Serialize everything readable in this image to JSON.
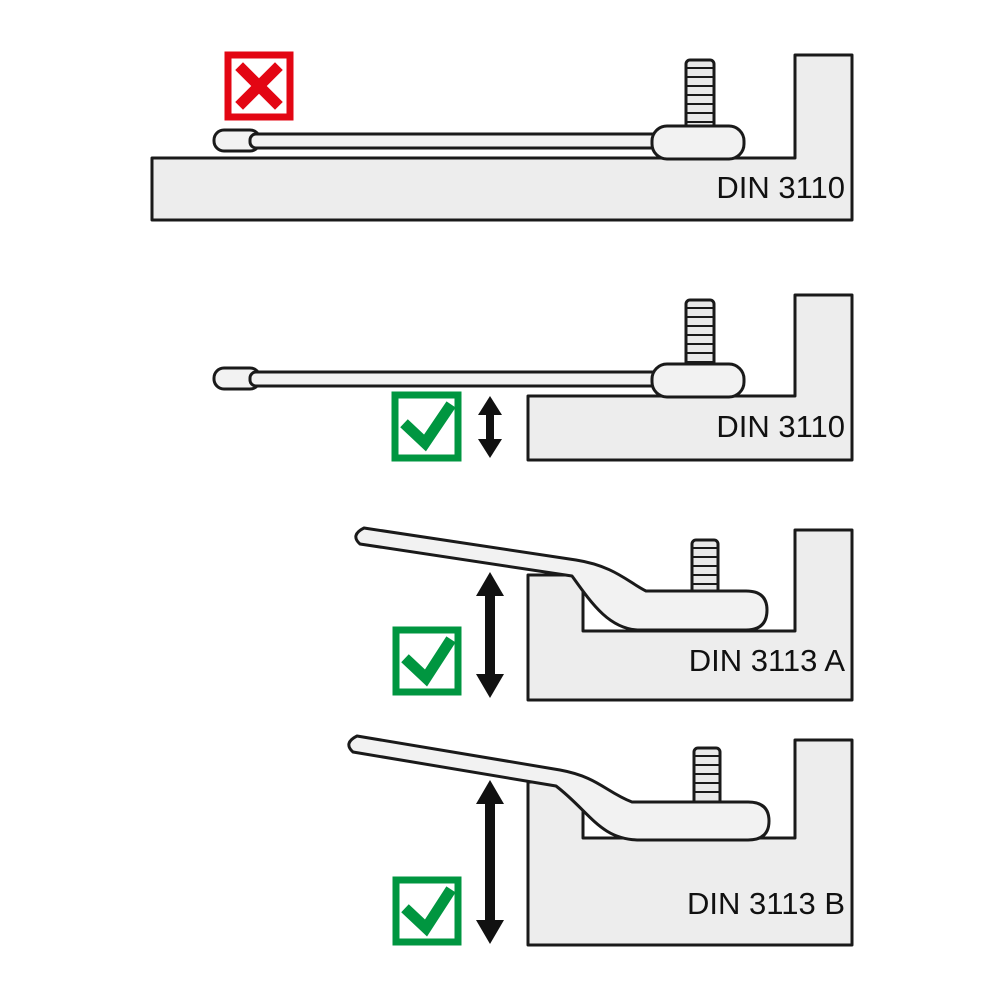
{
  "title": "Wrench clearance comparison diagram",
  "colors": {
    "error_red": "#e30613",
    "success_green": "#009640",
    "outline_black": "#1a1a1a",
    "block_gray": "#ededed"
  },
  "panels": [
    {
      "label": "DIN 3110",
      "status": "not-ok",
      "icon": "cross-icon",
      "clearance_arrow": false,
      "arrow_size": "none"
    },
    {
      "label": "DIN 3110",
      "status": "ok",
      "icon": "check-icon",
      "clearance_arrow": true,
      "arrow_size": "small"
    },
    {
      "label": "DIN 3113 A",
      "status": "ok",
      "icon": "check-icon",
      "clearance_arrow": true,
      "arrow_size": "large"
    },
    {
      "label": "DIN 3113 B",
      "status": "ok",
      "icon": "check-icon",
      "clearance_arrow": true,
      "arrow_size": "large"
    }
  ]
}
